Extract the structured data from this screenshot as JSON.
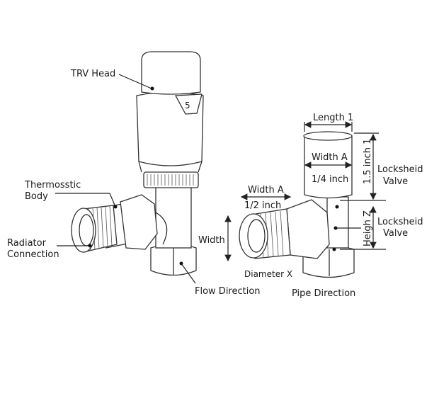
{
  "left_valve": {
    "labels": {
      "trv_head": "TRV Head",
      "thermostatic_body_1": "Thermosstic",
      "thermostatic_body_2": "Body",
      "radiator_connection_1": "Radiator",
      "radiator_connection_2": "Connection",
      "width": "Width",
      "flow_direction": "Flow Direction",
      "dial_number": "5"
    }
  },
  "right_valve": {
    "labels": {
      "length_1": "Length 1",
      "width_a_top": "Width A",
      "quarter_inch": "1/4 inch",
      "width_a_side": "Width A",
      "half_inch": "1/2 inch",
      "height_1": "1.5 inch 1",
      "lockshield_1_a": "Locksheid",
      "lockshield_1_b": "Valve",
      "height_z": "Heigh Z",
      "lockshield_2_a": "Locksheid",
      "lockshield_2_b": "Valve",
      "diameter_x": "Diameter X",
      "pipe_direction": "Pipe Direction"
    }
  }
}
